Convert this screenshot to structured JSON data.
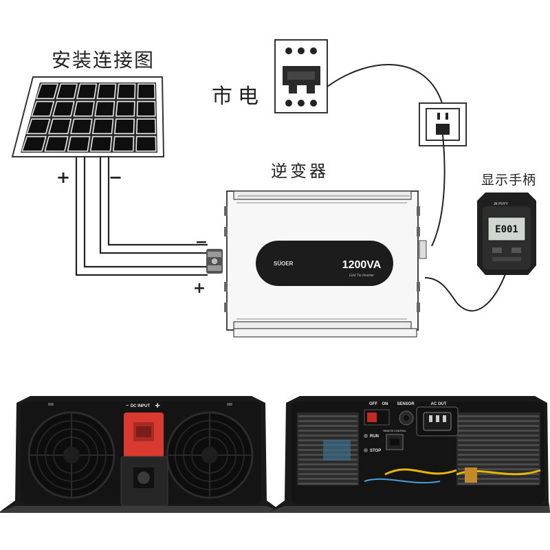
{
  "diagram": {
    "title": "安装连接图",
    "grid_label": "市电",
    "inverter_label": "逆变器",
    "display_label": "显示手柄",
    "panel_plus": "+",
    "panel_minus": "−",
    "inv_minus": "−",
    "inv_plus": "+",
    "inverter_brand": "SÜOER",
    "inverter_model": "1200VA",
    "inverter_subtitle": "Grid Tie Inverter",
    "display_brand": "JK PUYY",
    "display_readout": "E001"
  },
  "photos": {
    "front": {
      "dc_input": "DC INPUT",
      "minus": "−",
      "plus": "+"
    },
    "back": {
      "off": "OFF",
      "on": "ON",
      "sensor": "SENSOR",
      "ac_out": "AC OUT",
      "remote_control": "REMOTE CONTROL",
      "run": "RUN",
      "stop": "STOP"
    }
  },
  "colors": {
    "panel_frame": "#333333",
    "panel_cell": "#1a1a1a",
    "wire": "#222222",
    "inverter_body": "#f4f4f4",
    "inverter_badge": "#1c1c1c",
    "device_body": "#1b1b1b",
    "dc_terminal": "#d83a2f",
    "wire_yellow": "#e6b800"
  }
}
